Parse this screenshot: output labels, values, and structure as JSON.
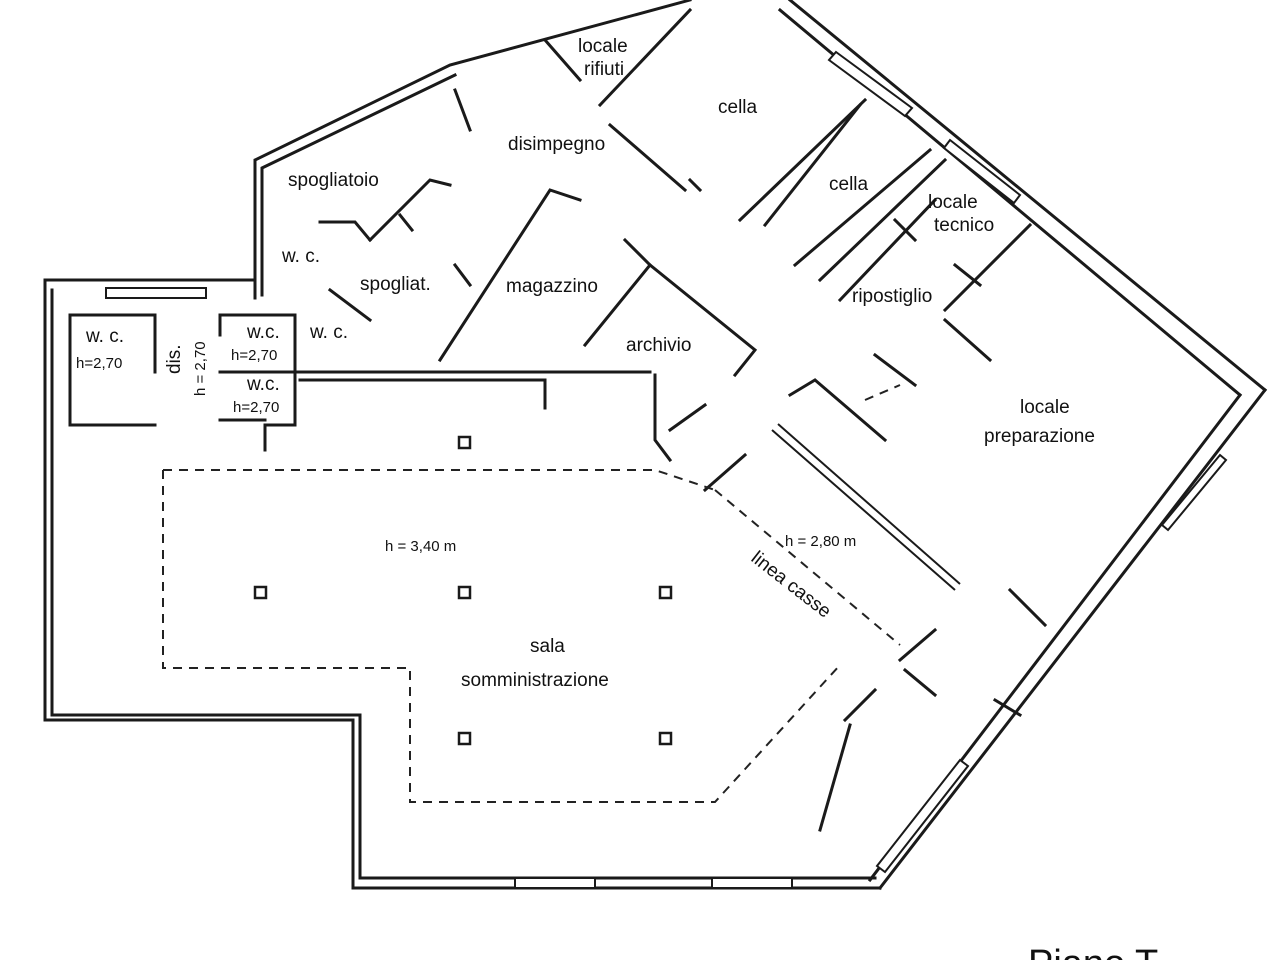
{
  "rooms": {
    "locale_rifiuti_1": "locale",
    "locale_rifiuti_2": "rifiuti",
    "cella_1": "cella",
    "cella_2": "cella",
    "disimpegno": "disimpegno",
    "spogliatoio": "spogliatoio",
    "locale_tecnico_1": "locale",
    "locale_tecnico_2": "tecnico",
    "wc_1": "w. c.",
    "spogliat": "spogliat.",
    "magazzino": "magazzino",
    "ripostiglio": "ripostiglio",
    "wc_2": "w. c.",
    "wc_3": "w.c.",
    "wc_4": "w. c.",
    "wc_5": "w.c.",
    "dis": "dis.",
    "archivio": "archivio",
    "locale_preparazione_1": "locale",
    "locale_preparazione_2": "preparazione",
    "sala_1": "sala",
    "sala_2": "somministrazione"
  },
  "heights": {
    "wc_left": "h=2,70",
    "dis": "h = 2,70",
    "wc_mid_upper": "h=2,70",
    "wc_mid_lower": "h=2,70",
    "sala": "h = 3,40 m",
    "preparazione": "h = 2,80 m"
  },
  "annotations": {
    "linea_casse": "linea casse"
  },
  "floor_label": "Piano T"
}
